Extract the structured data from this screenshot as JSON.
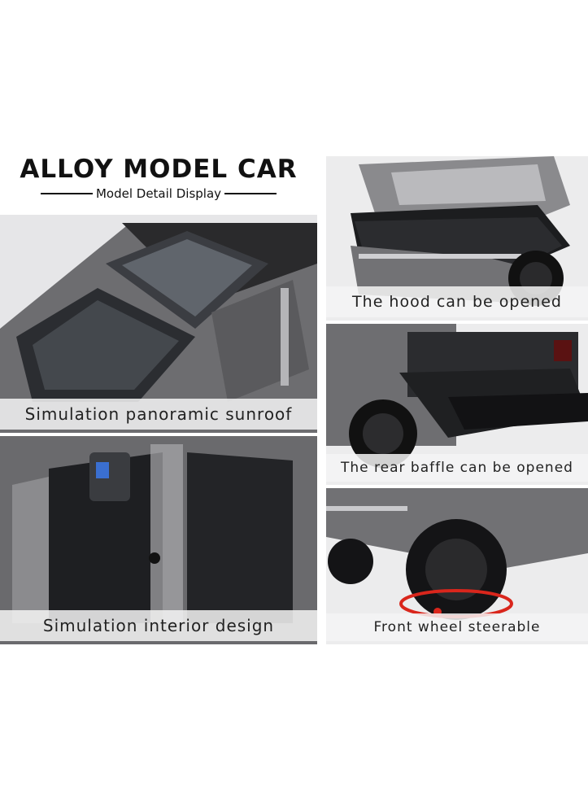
{
  "header": {
    "title": "ALLOY MODEL CAR",
    "subtitle": "Model Detail Display"
  },
  "panels": {
    "sunroof": {
      "caption": "Simulation panoramic sunroof"
    },
    "interior": {
      "caption": "Simulation interior design"
    },
    "hood": {
      "caption": "The hood can be opened"
    },
    "rear": {
      "caption": "The rear baffle can be opened"
    },
    "wheel": {
      "caption": "Front wheel steerable"
    }
  },
  "colors": {
    "body_gray": "#6f6f72",
    "dark": "#1b1b1d",
    "bg": "#e9e9ea",
    "accent_red": "#d9261c"
  }
}
